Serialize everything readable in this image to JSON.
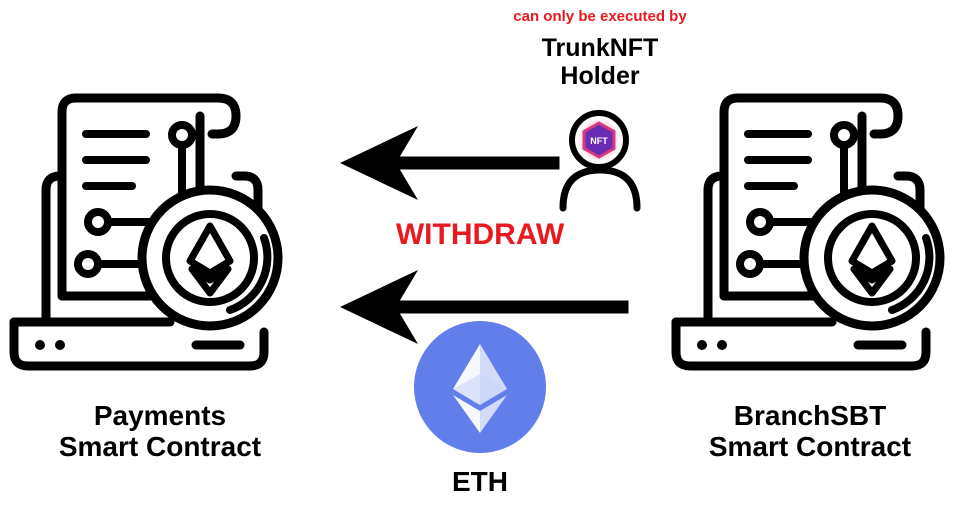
{
  "diagram": {
    "left_node": {
      "line1": "Payments",
      "line2": "Smart Contract",
      "icon": "laptop-contract-ethereum-icon"
    },
    "right_node": {
      "line1": "BranchSBT",
      "line2": "Smart Contract",
      "icon": "laptop-contract-ethereum-icon"
    },
    "holder": {
      "note": "can only be executed by",
      "line1": "TrunkNFT",
      "line2": "Holder",
      "icon": "user-nft-icon",
      "badge_text": "NFT"
    },
    "action": {
      "label": "WITHDRAW"
    },
    "asset": {
      "label": "ETH",
      "icon": "ethereum-coin-icon"
    },
    "colors": {
      "accent_red": "#e8191f",
      "eth_blue": "#627eea",
      "nft_purple": "#6a2bb5",
      "nft_pink": "#d63a7f"
    }
  }
}
